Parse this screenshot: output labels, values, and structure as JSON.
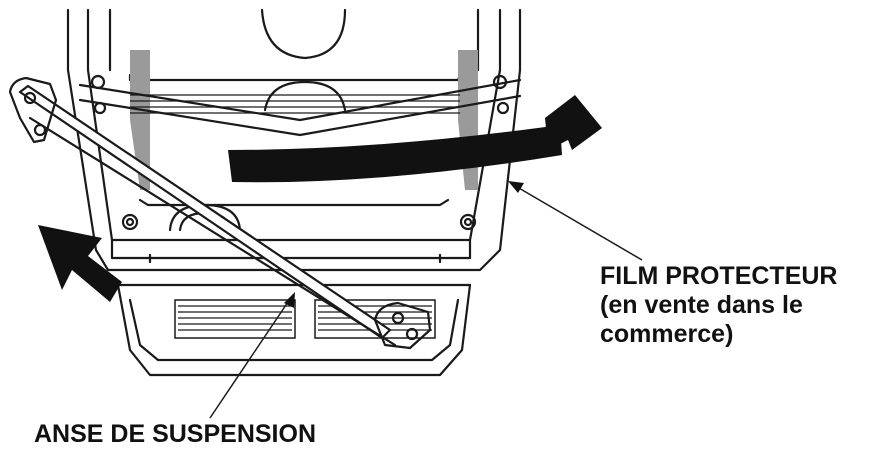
{
  "labels": {
    "film_line1": "FILM PROTECTEUR",
    "film_line2": "(en vente dans le",
    "film_line3": "commerce)",
    "anse": "ANSE DE SUSPENSION"
  },
  "colors": {
    "ink": "#1a1a1a",
    "shade": "#9a9a9a",
    "background": "#ffffff"
  }
}
